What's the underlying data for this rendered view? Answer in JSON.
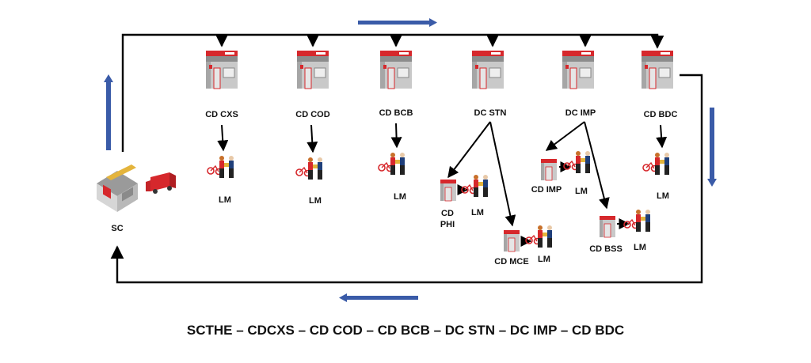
{
  "colors": {
    "line": "#000000",
    "arrow_blue": "#3a5ba8",
    "brand_red": "#d6282c",
    "building_gray": "#9a9a9a"
  },
  "sc": {
    "label": "SC",
    "icon": "warehouse-icon",
    "truck_icon": "delivery-truck-icon"
  },
  "centers": [
    {
      "id": "cd-cxs",
      "label": "CD CXS",
      "icon": "shop-icon"
    },
    {
      "id": "cd-cod",
      "label": "CD COD",
      "icon": "shop-icon"
    },
    {
      "id": "cd-bcb",
      "label": "CD BCB",
      "icon": "shop-icon"
    },
    {
      "id": "dc-stn",
      "label": "DC STN",
      "icon": "shop-icon"
    },
    {
      "id": "dc-imp",
      "label": "DC IMP",
      "icon": "shop-icon"
    },
    {
      "id": "cd-bdc",
      "label": "CD BDC",
      "icon": "shop-icon"
    }
  ],
  "last_mile": {
    "label": "LM",
    "icon": "delivery-handover-icon"
  },
  "sub_centers": [
    {
      "id": "cd-phi",
      "label_line1": "CD",
      "label_line2": "PHI",
      "icon": "kiosk-icon"
    },
    {
      "id": "cd-mce",
      "label": "CD MCE",
      "icon": "kiosk-icon"
    },
    {
      "id": "cd-imp",
      "label": "CD IMP",
      "icon": "kiosk-icon"
    },
    {
      "id": "cd-bss",
      "label": "CD BSS",
      "icon": "kiosk-icon"
    }
  ],
  "route_text": "SCTHE – CDCXS – CD COD – CD BCB – DC STN – DC IMP – CD BDC"
}
